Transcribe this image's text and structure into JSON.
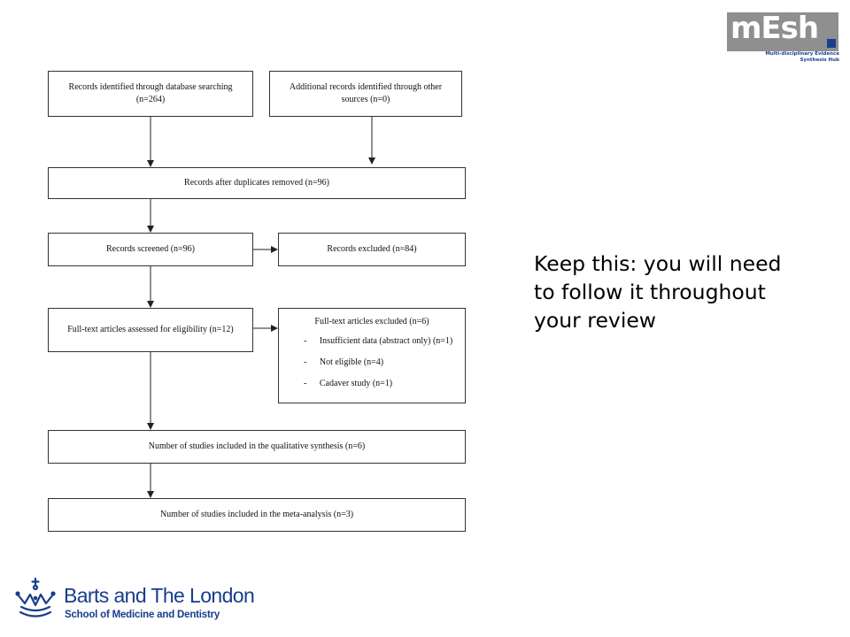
{
  "flow": {
    "identified_db": "Records identified through database searching (n=264)",
    "identified_other": "Additional records identified through other sources (n=0)",
    "after_duplicates": "Records after duplicates removed (n=96)",
    "screened": "Records screened (n=96)",
    "excluded": "Records excluded (n=84)",
    "fulltext_assessed": "Full-text articles assessed for eligibility (n=12)",
    "fulltext_excluded": {
      "title": "Full-text articles excluded (n=6)",
      "reasons": [
        "Insufficient data (abstract only) (n=1)",
        "Not eligible (n=4)",
        "Cadaver study (n=1)"
      ],
      "bullet": "-"
    },
    "qualitative": "Number of studies included in the qualitative synthesis (n=6)",
    "meta": "Number of studies included in the meta-analysis (n=3)"
  },
  "note": "Keep this: you will need to follow it throughout your review",
  "logos": {
    "mesh_word": "mEsh",
    "mesh_subtitle_1": "Multi-disciplinary Evidence",
    "mesh_subtitle_2": "Synthesis Hub",
    "barts_name": "Barts and The London",
    "barts_school": "School of Medicine and Dentistry"
  },
  "colors": {
    "brand_blue": "#173d8c",
    "logo_grey": "#8f8f8f",
    "box_border": "#333333"
  }
}
